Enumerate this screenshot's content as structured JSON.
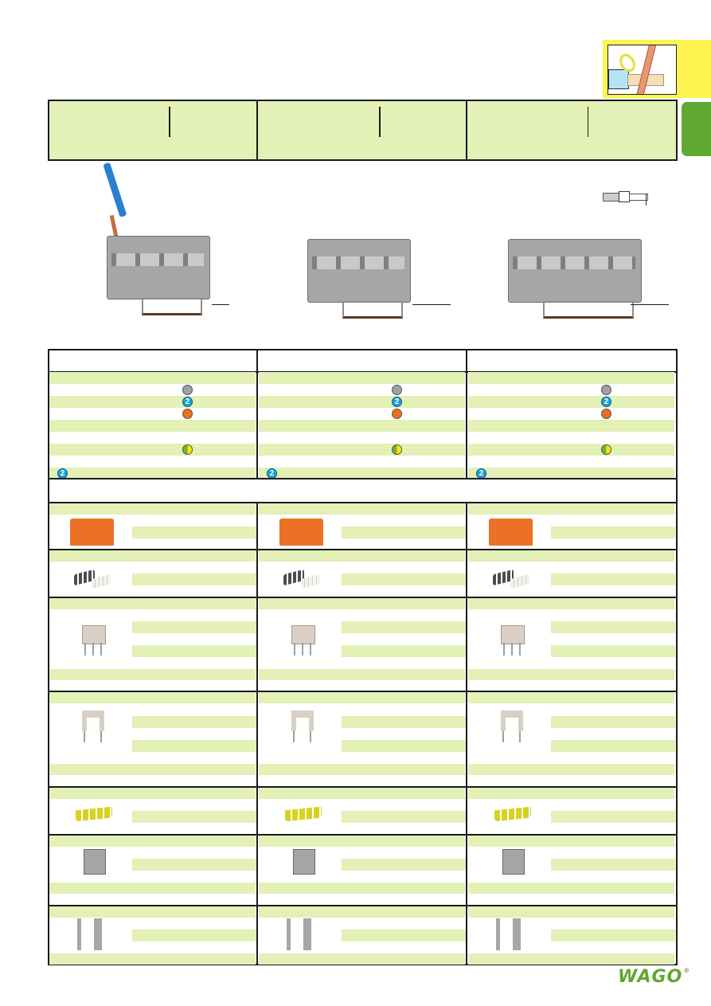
{
  "columns": 3,
  "badge_label": "2",
  "logo": {
    "text": "WAGO",
    "registered": "®"
  },
  "colors": {
    "stripe_green": "#e3f0b6",
    "section_tab_green": "#5fa832",
    "icon_highlight_yellow": "#fff34f",
    "cover_orange": "#ea7125",
    "terminal_gray": "#a4a6a7",
    "marker_yellow": "#d7d21f",
    "color_dot_gray": "#9ea2a5",
    "color_dot_blue": "#1aa0dc",
    "color_dot_orange": "#ec6f1b",
    "color_dot_green_yellow": [
      "#6cb33f",
      "#ffe600"
    ]
  },
  "icons": [
    "push-in-cage-clamp-icon",
    "wire-icon",
    "ferrule-icon",
    "terminal-block-image",
    "end-plate-image",
    "marker-strip-image",
    "jumper-image",
    "test-plug-image"
  ]
}
